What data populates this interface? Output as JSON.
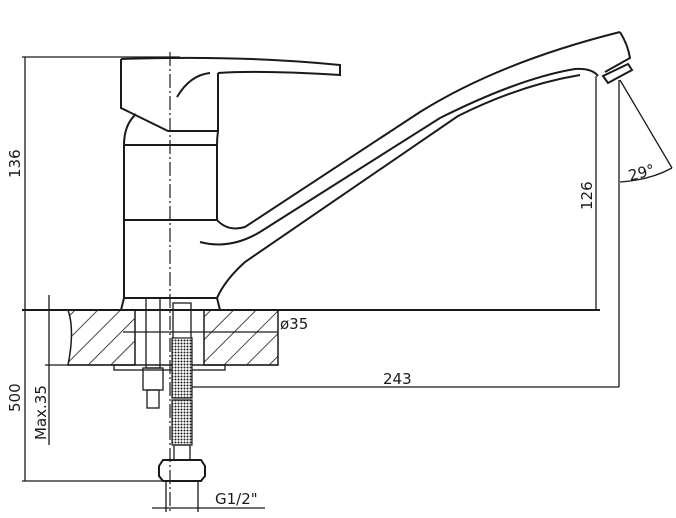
{
  "drawing": {
    "dimensions": {
      "total_height": "136",
      "spout_height": "126",
      "spout_reach": "243",
      "spout_angle": "29°",
      "hole_diameter": "ø35",
      "hose_length": "500",
      "max_counter_thickness": "Max.35",
      "connection_thread": "G1/2\""
    },
    "colors": {
      "line": "#1a1a1a",
      "background": "#ffffff"
    }
  }
}
